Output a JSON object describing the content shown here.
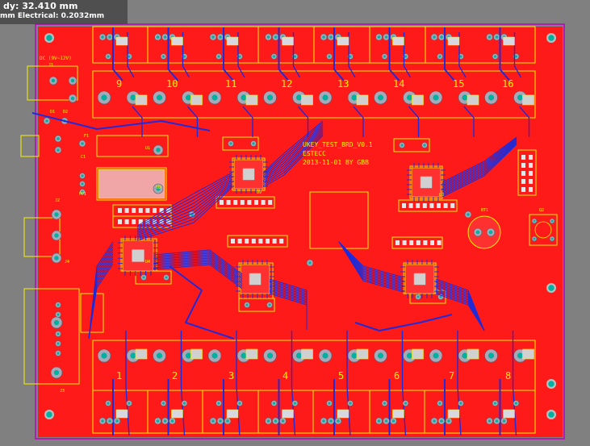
{
  "hud": {
    "dy_label": "dy: 32.410  mm",
    "electrical_label": "mm Electrical: 0.2032mm"
  },
  "board": {
    "title_lines": [
      "UKEY_TEST_BRD_V0.1",
      "ESTECC",
      "2013-11-01 BY GBB"
    ],
    "power_label": "DC (9V~12V)",
    "top_channel_numbers": [
      "9",
      "10",
      "11",
      "12",
      "13",
      "14",
      "15",
      "16"
    ],
    "bottom_channel_numbers": [
      "1",
      "2",
      "3",
      "4",
      "5",
      "6",
      "7",
      "8"
    ],
    "refdes": {
      "j1": "J1",
      "j2": "J2",
      "j3": "J3",
      "j4": "J4",
      "d1": "D1",
      "d2": "D2",
      "f1": "F1",
      "c1": "C1",
      "u1": "U1",
      "u2": "U2",
      "pp1": "PP1",
      "bt1": "BT1",
      "q2": "Q2",
      "u8": "U8",
      "u9": "U9",
      "u4": "U4"
    },
    "colors": {
      "background": "#808080",
      "board_copper": "#ff1a1a",
      "board_outline": "#c000c0",
      "silkscreen": "#f6f200",
      "bottom_traces": "#1f2bd8",
      "pads": "#00b0a0"
    }
  }
}
